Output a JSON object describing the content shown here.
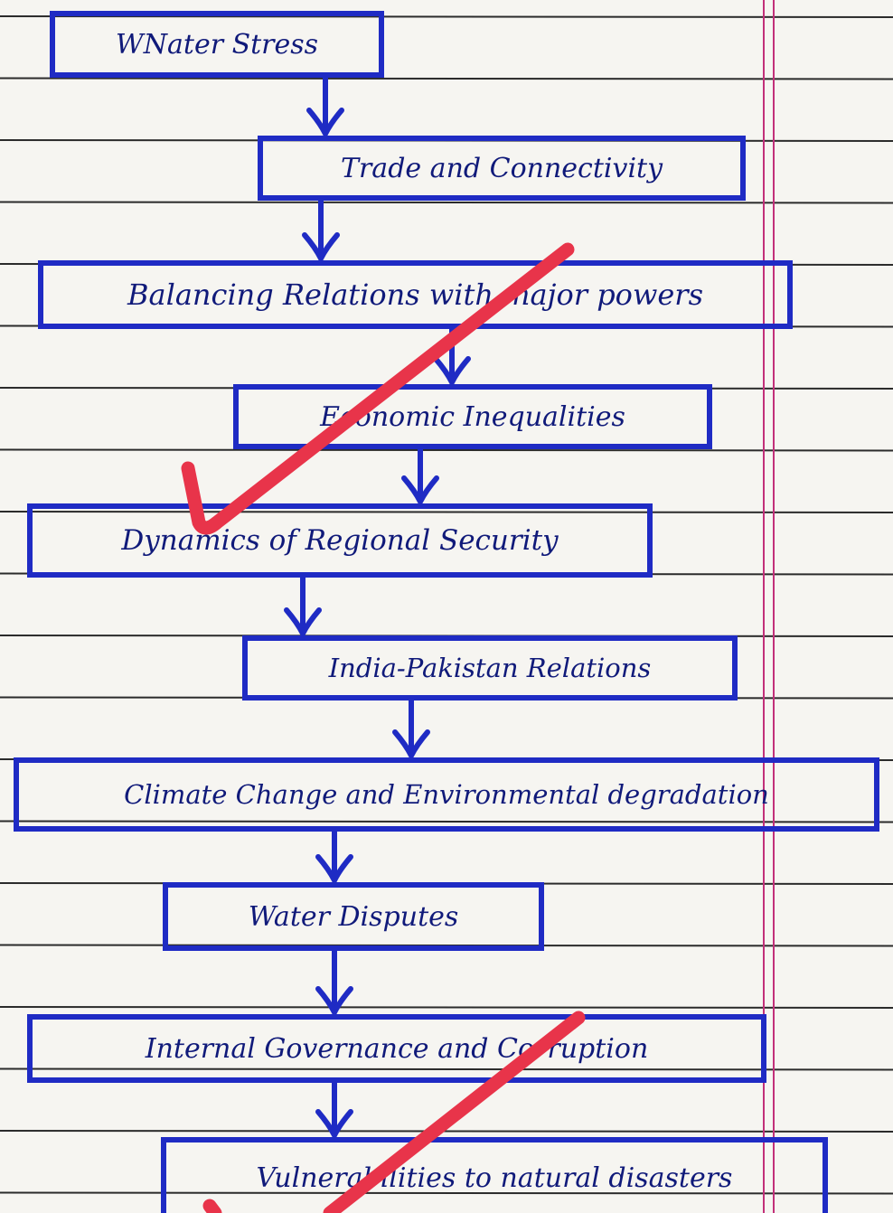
{
  "flow_boxes": [
    "WNater Stress",
    "Trade and Connectivity",
    "Balancing Relations with major powers",
    "Economic Inequalities",
    "Dynamics of Regional Security",
    "India-Pakistan Relations",
    "Climate Change and Environmental degradation",
    "Water Disputes",
    "Internal Governance and Corruption",
    "Vulnerabilities to natural disasters"
  ],
  "colors": {
    "ink": "#1f2bc4",
    "ruled_line": "#2b2b2b",
    "margin_line": "#c2307a",
    "tick_mark": "#e8344a",
    "paper": "#f6f5f1"
  }
}
